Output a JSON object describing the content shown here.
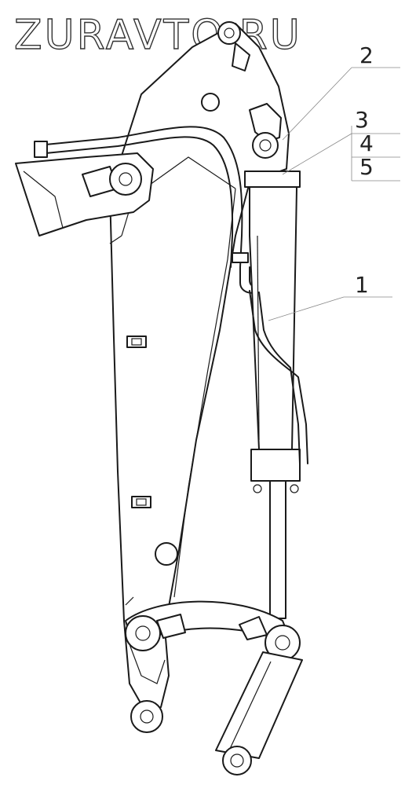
{
  "watermark": "ZURAVTO.RU",
  "callouts": [
    {
      "id": "1",
      "label": "1"
    },
    {
      "id": "2",
      "label": "2"
    },
    {
      "id": "3",
      "label": "3"
    },
    {
      "id": "4",
      "label": "4"
    },
    {
      "id": "5",
      "label": "5"
    }
  ],
  "colors": {
    "line": "#1a1a1a",
    "background": "#ffffff",
    "leader": "#888888"
  }
}
